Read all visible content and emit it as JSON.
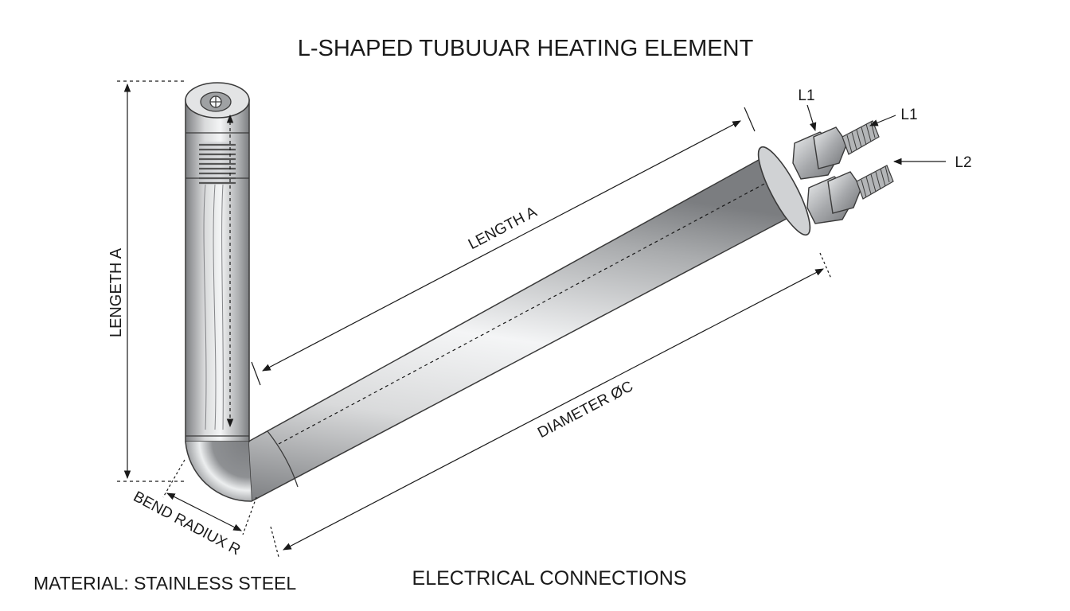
{
  "title": "L-SHAPED TUBUUAR HEATING ELEMENT",
  "labels": {
    "length_vertical": "LENGETH A",
    "length_horizontal": "LENGTH A",
    "diameter": "DIAMETER ØC",
    "bend_radius": "BEND RADIUX R",
    "terminal_top_1": "L1",
    "terminal_top_2": "L1",
    "terminal_bottom": "L2"
  },
  "material": "MATERIAL: STAINLESS STEEL",
  "footer": "ELECTRICAL CONNECTIONS",
  "colors": {
    "line": "#1a1a1a",
    "steel_dark": "#7d7f82",
    "steel_mid": "#b9bbbd",
    "steel_light": "#f2f3f4"
  }
}
